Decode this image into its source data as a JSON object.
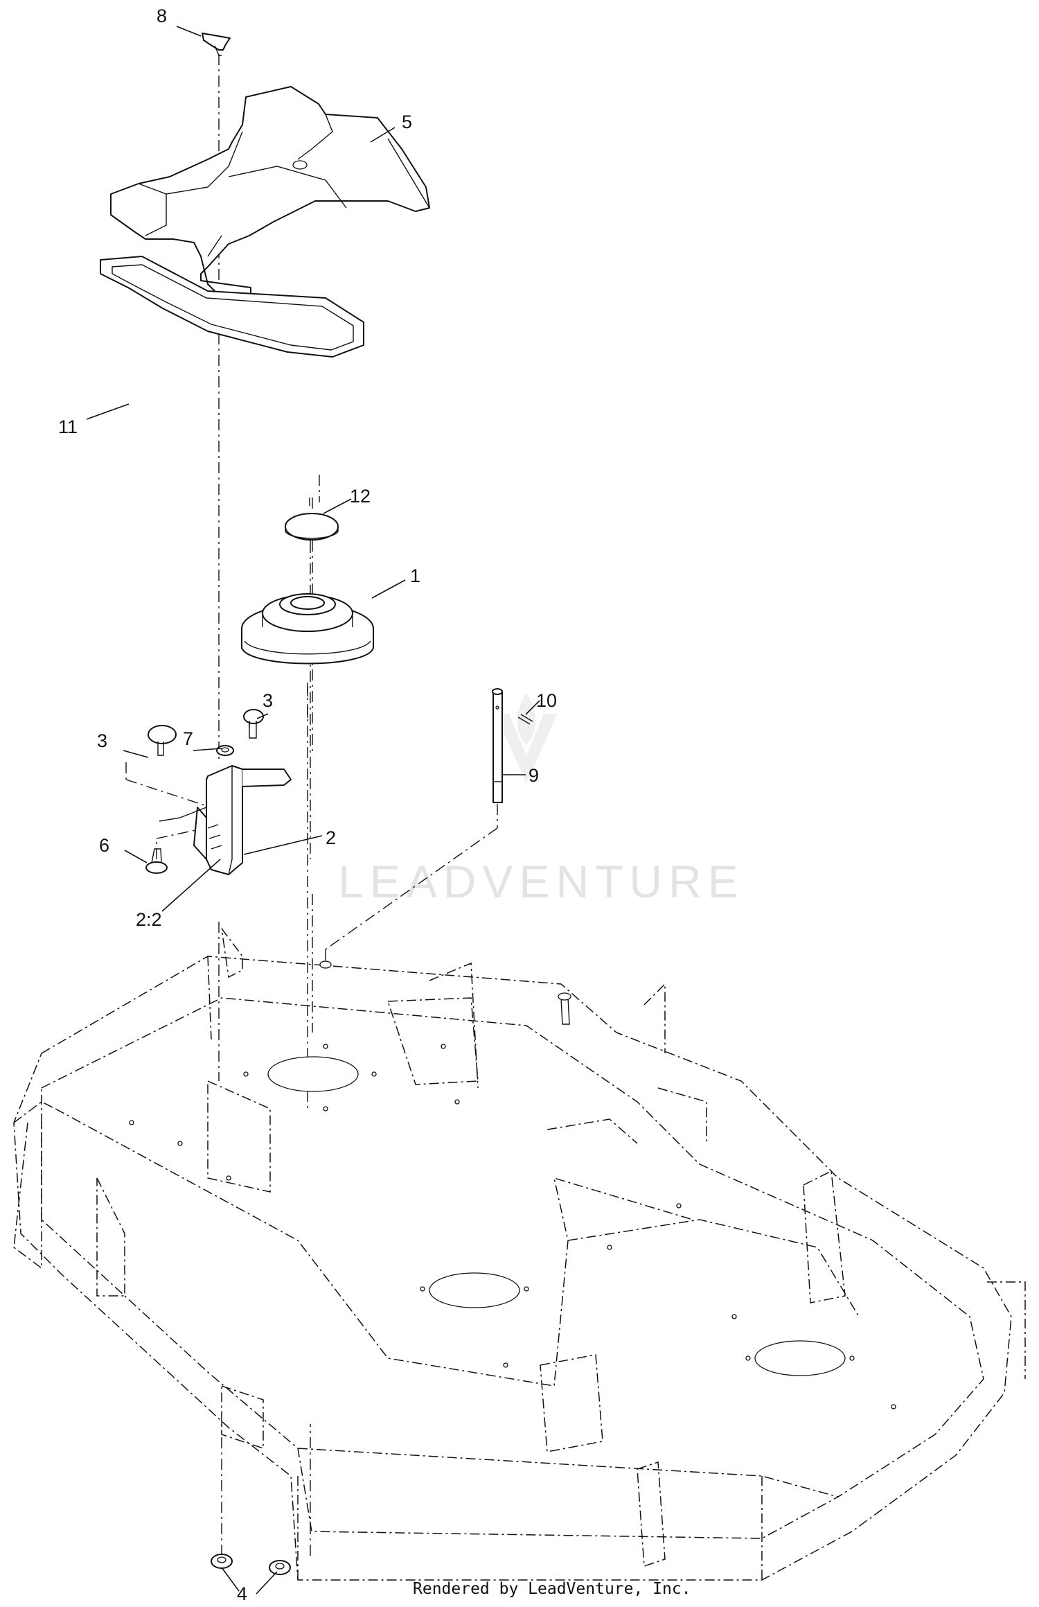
{
  "callouts": {
    "c1": "1",
    "c2": "2",
    "c2_2": "2:2",
    "c3a": "3",
    "c3b": "3",
    "c4": "4",
    "c5": "5",
    "c6": "6",
    "c7": "7",
    "c8": "8",
    "c9": "9",
    "c10": "10",
    "c11": "11",
    "c12": "12"
  },
  "watermark": {
    "text": "LEADVENTURE"
  },
  "footer": {
    "credit": "Rendered by LeadVenture, Inc."
  },
  "colors": {
    "line": "#111111",
    "watermark": "#e3e3e3",
    "background": "#ffffff"
  }
}
